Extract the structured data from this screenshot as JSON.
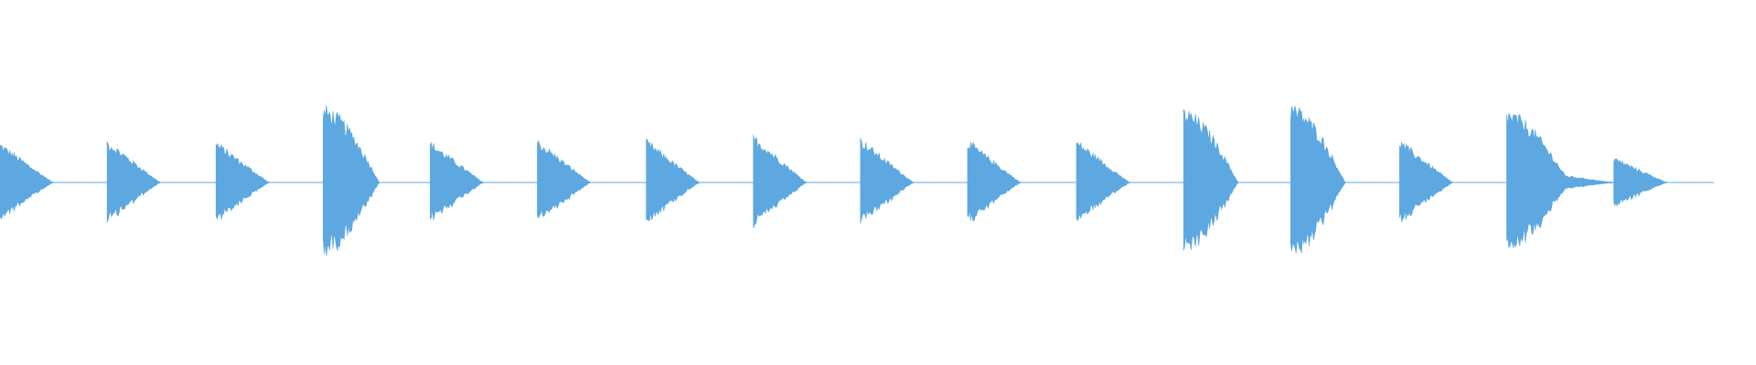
{
  "waveform": {
    "color": "#5DA8E0",
    "end_fraction": 0.976,
    "events": [
      {
        "start": 0.0,
        "peak": 0.25,
        "decay": 0.03,
        "shape": "tri"
      },
      {
        "start": 0.061,
        "peak": 0.27,
        "decay": 0.03,
        "shape": "tri"
      },
      {
        "start": 0.123,
        "peak": 0.26,
        "decay": 0.03,
        "shape": "tri"
      },
      {
        "start": 0.184,
        "peak": 0.48,
        "decay": 0.032,
        "shape": "round"
      },
      {
        "start": 0.245,
        "peak": 0.26,
        "decay": 0.03,
        "shape": "tri"
      },
      {
        "start": 0.306,
        "peak": 0.27,
        "decay": 0.03,
        "shape": "tri"
      },
      {
        "start": 0.368,
        "peak": 0.27,
        "decay": 0.03,
        "shape": "tri"
      },
      {
        "start": 0.429,
        "peak": 0.3,
        "decay": 0.03,
        "shape": "tri"
      },
      {
        "start": 0.49,
        "peak": 0.28,
        "decay": 0.03,
        "shape": "tri"
      },
      {
        "start": 0.551,
        "peak": 0.27,
        "decay": 0.03,
        "shape": "tri"
      },
      {
        "start": 0.613,
        "peak": 0.27,
        "decay": 0.03,
        "shape": "tri"
      },
      {
        "start": 0.674,
        "peak": 0.46,
        "decay": 0.031,
        "shape": "round"
      },
      {
        "start": 0.735,
        "peak": 0.49,
        "decay": 0.031,
        "shape": "round"
      },
      {
        "start": 0.797,
        "peak": 0.27,
        "decay": 0.03,
        "shape": "tri"
      },
      {
        "start": 0.858,
        "peak": 0.45,
        "decay": 0.06,
        "shape": "long"
      },
      {
        "start": 0.919,
        "peak": 0.16,
        "decay": 0.03,
        "shape": "tri"
      }
    ]
  }
}
